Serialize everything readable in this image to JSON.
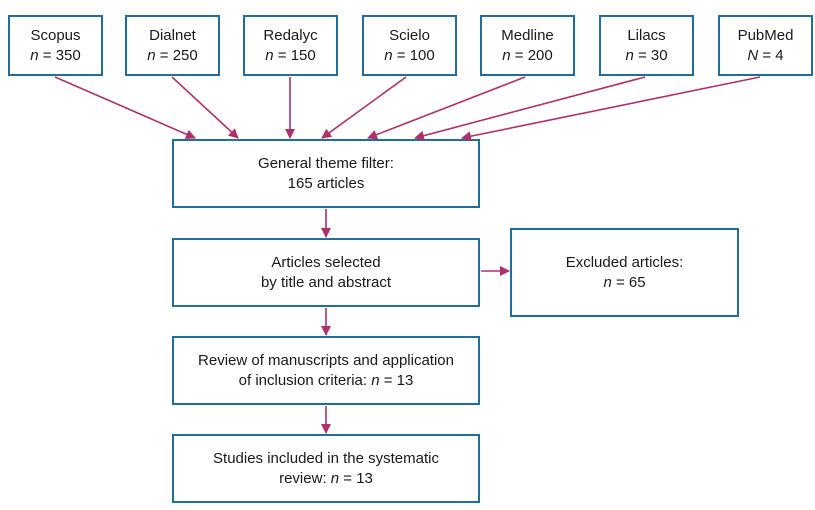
{
  "sources": [
    {
      "name": "Scopus",
      "n_symbol": "n",
      "count_text": " = 350"
    },
    {
      "name": "Dialnet",
      "n_symbol": "n",
      "count_text": " = 250"
    },
    {
      "name": "Redalyc",
      "n_symbol": "n",
      "count_text": " = 150"
    },
    {
      "name": "Scielo",
      "n_symbol": "n",
      "count_text": " = 100"
    },
    {
      "name": "Medline",
      "n_symbol": "n",
      "count_text": " = 200"
    },
    {
      "name": "Lilacs",
      "n_symbol": "n",
      "count_text": " = 30"
    },
    {
      "name": "PubMed",
      "n_symbol": "N",
      "count_text": " = 4"
    }
  ],
  "general_filter": {
    "line1": "General theme filter:",
    "line2": "165 articles"
  },
  "selected": {
    "line1": "Articles selected",
    "line2": "by title and abstract"
  },
  "excluded": {
    "line1": "Excluded articles:",
    "n_symbol": "n",
    "count_text": " = 65"
  },
  "review": {
    "line1": "Review of manuscripts and application",
    "line2_prefix": "of inclusion criteria: ",
    "n_symbol": "n",
    "count_text": " = 13"
  },
  "included": {
    "line1": "Studies included in the systematic",
    "line2_prefix": "review: ",
    "n_symbol": "n",
    "count_text": " = 13"
  },
  "colors": {
    "box_border": "#1f6f9a",
    "arrow": "#b0306a"
  }
}
